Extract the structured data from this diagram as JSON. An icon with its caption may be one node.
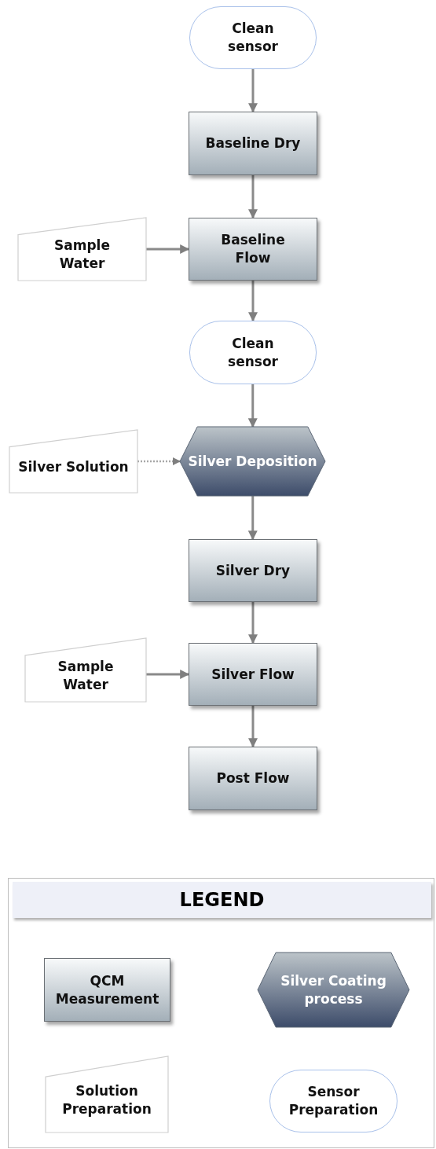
{
  "diagram": {
    "nodes": [
      {
        "text": [
          "Clean sensor"
        ]
      },
      {
        "text": [
          "Baseline Dry"
        ]
      },
      {
        "text": [
          "Sample Water"
        ]
      },
      {
        "text": [
          "Baseline Flow"
        ]
      },
      {
        "text": [
          "Clean sensor"
        ]
      },
      {
        "text": [
          "Silver Solution"
        ]
      },
      {
        "text": [
          "Silver Deposition"
        ]
      },
      {
        "text": [
          "Silver Dry"
        ]
      },
      {
        "text": [
          "Sample Water"
        ]
      },
      {
        "text": [
          "Silver Flow"
        ]
      },
      {
        "text": [
          "Post Flow"
        ]
      }
    ],
    "edges": [
      {
        "from": 0,
        "to": 1,
        "arrow": "to"
      },
      {
        "from": 1,
        "to": 3,
        "arrow": "to"
      },
      {
        "from": 2,
        "to": 3,
        "arrow": "to"
      },
      {
        "from": 3,
        "to": 4,
        "arrow": "to"
      },
      {
        "from": 4,
        "to": 6,
        "arrow": "to"
      },
      {
        "from": 5,
        "to": 6,
        "arrow": "to",
        "style": "dashed"
      },
      {
        "from": 6,
        "to": 7,
        "arrow": "to"
      },
      {
        "from": 7,
        "to": 9,
        "arrow": "to"
      },
      {
        "from": 8,
        "to": 9,
        "arrow": "to"
      },
      {
        "from": 9,
        "to": 10,
        "arrow": "to"
      }
    ],
    "labels": [
      "LEGEND"
    ],
    "legend": [
      {
        "text": "QCM Measurement"
      },
      {
        "text": "Silver Coating process"
      },
      {
        "text": "Solution Preparation"
      },
      {
        "text": "Sensor Preparation"
      }
    ]
  }
}
